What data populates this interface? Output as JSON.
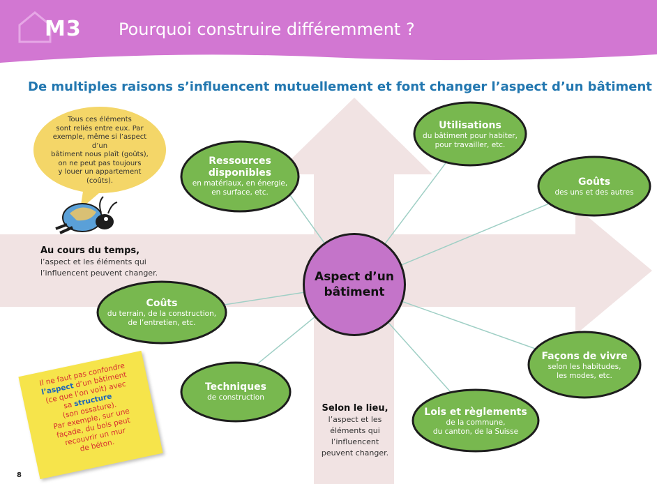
{
  "header": {
    "module": "M3",
    "title": "Pourquoi construire différemment ?",
    "color": "#d277d2"
  },
  "subtitle": "De multiples raisons s’influencent mutuellement et font changer l’aspect d’un bâtiment",
  "center": {
    "line1": "Aspect d’un",
    "line2": "bâtiment",
    "color": "#c474c9"
  },
  "bubbles": {
    "ressources": {
      "title1": "Ressources",
      "title2": "disponibles",
      "desc1": "en matériaux, en énergie,",
      "desc2": "en surface, etc."
    },
    "utilisations": {
      "title": "Utilisations",
      "desc1": "du bâtiment pour habiter,",
      "desc2": "pour travailler, etc."
    },
    "gouts": {
      "title": "Goûts",
      "desc": "des uns et des autres"
    },
    "couts": {
      "title": "Coûts",
      "desc1": "du terrain, de la construction,",
      "desc2": "de l’entretien, etc."
    },
    "techniques": {
      "title": "Techniques",
      "desc": "de construction"
    },
    "facons": {
      "title": "Façons de vivre",
      "desc1": "selon les habitudes,",
      "desc2": "les modes, etc."
    },
    "lois": {
      "title": "Lois et règlements",
      "desc1": "de la commune,",
      "desc2": "du canton, de la Suisse"
    },
    "color": "#78b84f"
  },
  "speech_bubble": {
    "lines": [
      "Tous ces éléments",
      "sont reliés entre eux. Par",
      "exemple, même si l’aspect d’un",
      "bâtiment nous plaît (goûts),",
      "on ne peut pas toujours",
      "y louer un appartement",
      "(coûts)."
    ],
    "color": "#f4d668"
  },
  "time_text": {
    "strong": "Au cours du temps",
    "suffix": ",",
    "line1": "l’aspect et les éléments qui",
    "line2": "l’influencent peuvent changer."
  },
  "place_text": {
    "strong": "Selon le lieu",
    "suffix": ",",
    "lines": [
      "l’aspect et les",
      "éléments qui",
      "l’influencent",
      "peuvent changer."
    ]
  },
  "sticky_note": {
    "l1": "Il ne faut pas confondre",
    "aspect": "l’aspect",
    "l2": " d’un bâtiment",
    "l3": "(ce que l’on voit) avec",
    "l4": "sa ",
    "structure": "structure",
    "l5": "(son ossature).",
    "l6": "Par exemple, sur une",
    "l7": "façade, du bois peut",
    "l8": "recouvrir un mur",
    "l9": "de béton."
  },
  "page_number": "8"
}
